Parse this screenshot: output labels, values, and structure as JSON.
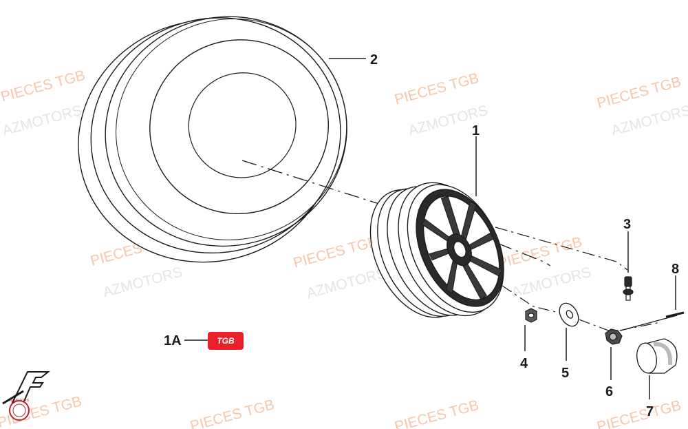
{
  "diagram": {
    "callouts": {
      "wheel_rim": "1",
      "tire": "2",
      "valve": "3",
      "nut": "4",
      "washer": "5",
      "hub_nut": "6",
      "cap": "7",
      "pin": "8",
      "emblem": "1A"
    },
    "emblem_text": "TGB",
    "watermarks": {
      "primary": "PIECES TGB",
      "secondary": "AZMOTORS"
    },
    "logo_text": "AZMOTORS",
    "colors": {
      "line": "#1a1a1a",
      "emblem_red": "#e8202a",
      "watermark_orange": "#f2b48c",
      "watermark_gray": "#e4e4e4"
    }
  }
}
